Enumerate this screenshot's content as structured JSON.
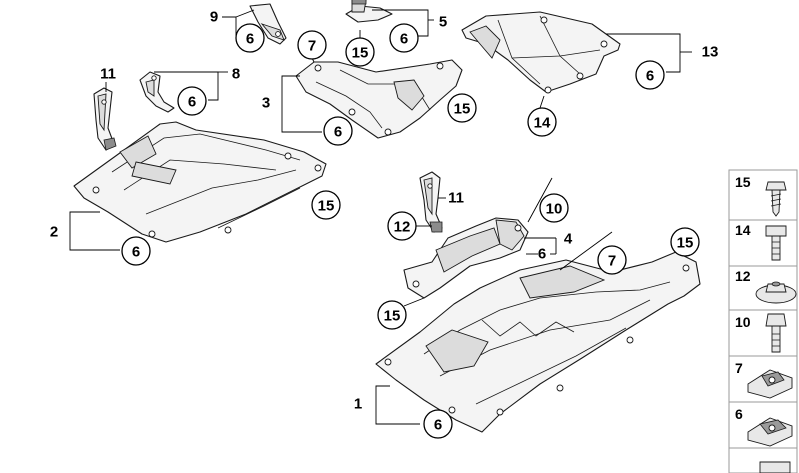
{
  "diagram": {
    "callouts": {
      "c1": "1",
      "c2": "2",
      "c3": "3",
      "c4": "4",
      "c5": "5",
      "c8": "8",
      "c9": "9",
      "c11a": "11",
      "c11b": "11",
      "c13": "13",
      "c6_9": "6",
      "c15_5": "15",
      "c6_5": "6",
      "c7_3": "7",
      "c6_8": "6",
      "c15_3": "15",
      "c6_3": "6",
      "c14": "14",
      "c6_13": "6",
      "c15_2": "15",
      "c6_2": "6",
      "c10": "10",
      "c12": "12",
      "c6_4": "6",
      "c15_1b": "15",
      "c7_1": "7",
      "c15_1a": "15",
      "c6_1": "6"
    },
    "legend": [
      "15",
      "14",
      "12",
      "10",
      "7",
      "6"
    ]
  }
}
